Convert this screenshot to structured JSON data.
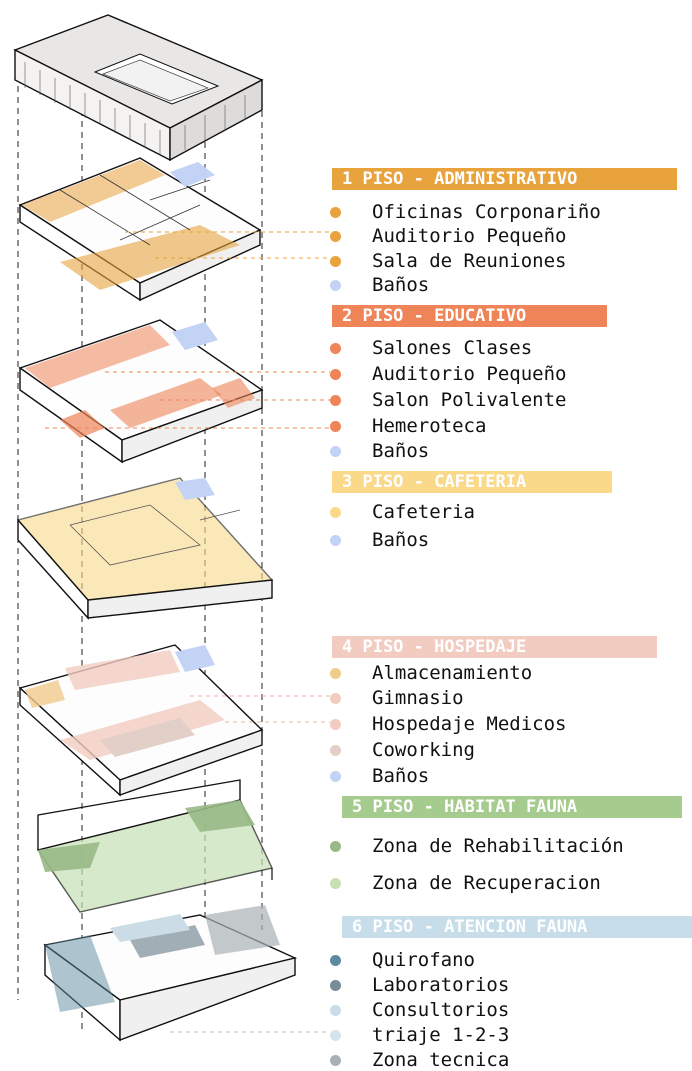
{
  "colors": {
    "admin": "#E8A33D",
    "educativo": "#EE8457",
    "cafeteria": "#FAD98A",
    "hospedaje": "#F3CCC1",
    "habitat": "#A5CC8E",
    "atencion": "#C7DDEA",
    "banos": "#C3D3F5",
    "almacenamiento": "#EFCB8C",
    "coworking": "#E2CFC8",
    "rehab": "#98B987",
    "recuperacion": "#C5E0B4",
    "quirofano": "#5E8AA0",
    "laboratorios": "#7A8B96",
    "consultorios": "#CBDCE6",
    "triaje": "#D5E3EC",
    "tecnica": "#AAB0B5"
  },
  "floors": [
    {
      "title": "1 PISO - ADMINISTRATIVO",
      "color_key": "admin",
      "items": [
        {
          "label": "Oficinas Corponariño",
          "color_key": "admin"
        },
        {
          "label": "Auditorio Pequeño",
          "color_key": "admin"
        },
        {
          "label": "Sala de Reuniones",
          "color_key": "admin"
        },
        {
          "label": "Baños",
          "color_key": "banos"
        }
      ]
    },
    {
      "title": "2 PISO - EDUCATIVO",
      "color_key": "educativo",
      "items": [
        {
          "label": "Salones Clases",
          "color_key": "educativo"
        },
        {
          "label": "Auditorio Pequeño",
          "color_key": "educativo"
        },
        {
          "label": "Salon Polivalente",
          "color_key": "educativo"
        },
        {
          "label": "Hemeroteca",
          "color_key": "educativo"
        },
        {
          "label": "Baños",
          "color_key": "banos"
        }
      ]
    },
    {
      "title": "3 PISO - CAFETERIA",
      "color_key": "cafeteria",
      "items": [
        {
          "label": "Cafeteria",
          "color_key": "cafeteria"
        },
        {
          "label": "Baños",
          "color_key": "banos"
        }
      ]
    },
    {
      "title": "4 PISO - HOSPEDAJE",
      "color_key": "hospedaje",
      "items": [
        {
          "label": "Almacenamiento",
          "color_key": "almacenamiento"
        },
        {
          "label": "Gimnasio",
          "color_key": "hospedaje"
        },
        {
          "label": "Hospedaje Medicos",
          "color_key": "hospedaje"
        },
        {
          "label": "Coworking",
          "color_key": "coworking"
        },
        {
          "label": "Baños",
          "color_key": "banos"
        }
      ]
    },
    {
      "title": "5 PISO - HABITAT FAUNA",
      "color_key": "habitat",
      "items": [
        {
          "label": "Zona de Rehabilitación",
          "color_key": "rehab"
        },
        {
          "label": "Zona de Recuperacion",
          "color_key": "recuperacion"
        }
      ]
    },
    {
      "title": "6 PISO - ATENCION FAUNA",
      "color_key": "atencion",
      "items": [
        {
          "label": "Quirofano",
          "color_key": "quirofano"
        },
        {
          "label": "Laboratorios",
          "color_key": "laboratorios"
        },
        {
          "label": "Consultorios",
          "color_key": "consultorios"
        },
        {
          "label": "triaje 1-2-3",
          "color_key": "triaje"
        },
        {
          "label": "Zona tecnica",
          "color_key": "tecnica"
        }
      ]
    }
  ]
}
